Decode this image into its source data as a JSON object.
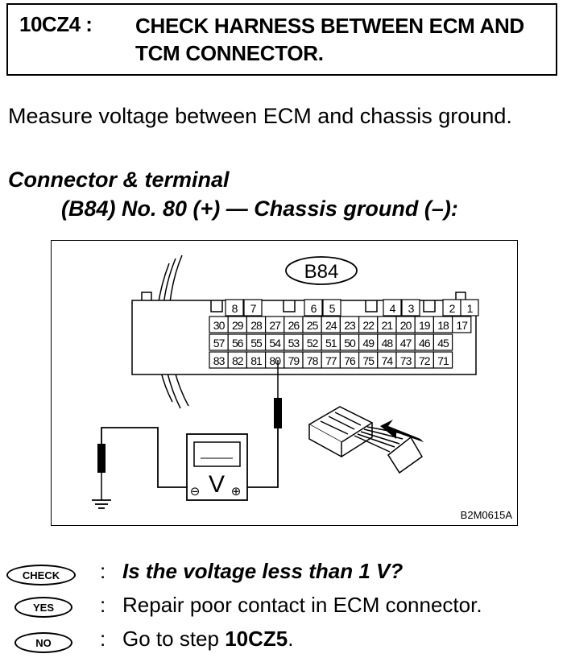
{
  "header": {
    "step_id": "10CZ4 :",
    "title": "CHECK HARNESS BETWEEN ECM AND TCM CONNECTOR."
  },
  "instruction": "Measure voltage between ECM and chassis ground.",
  "connector_heading": "Connector & terminal",
  "connector_spec": "(B84) No. 80 (+) — Chassis ground (–):",
  "figure": {
    "connector_label": "B84",
    "top_row": [
      "8",
      "7",
      "6",
      "5",
      "4",
      "3",
      "2",
      "1"
    ],
    "row1": [
      "30",
      "29",
      "28",
      "27",
      "26",
      "25",
      "24",
      "23",
      "22",
      "21",
      "20",
      "19",
      "18",
      "17"
    ],
    "row2": [
      "57",
      "56",
      "55",
      "54",
      "53",
      "52",
      "51",
      "50",
      "49",
      "48",
      "47",
      "46",
      "45"
    ],
    "row3": [
      "83",
      "82",
      "81",
      "80",
      "79",
      "78",
      "77",
      "76",
      "75",
      "74",
      "73",
      "72",
      "71"
    ],
    "meter_symbol": "V",
    "minus_symbol": "⊖",
    "plus_symbol": "⊕",
    "code": "B2M0615A"
  },
  "steps": [
    {
      "badge": "CHECK",
      "colon": ":",
      "text": "Is the voltage less than 1 V?"
    },
    {
      "badge": "YES",
      "colon": ":",
      "text": "Repair poor contact in ECM connector."
    },
    {
      "badge": "NO",
      "colon": ":",
      "text_prefix": "Go to step ",
      "text_bold": "10CZ5",
      "text_suffix": "."
    }
  ]
}
